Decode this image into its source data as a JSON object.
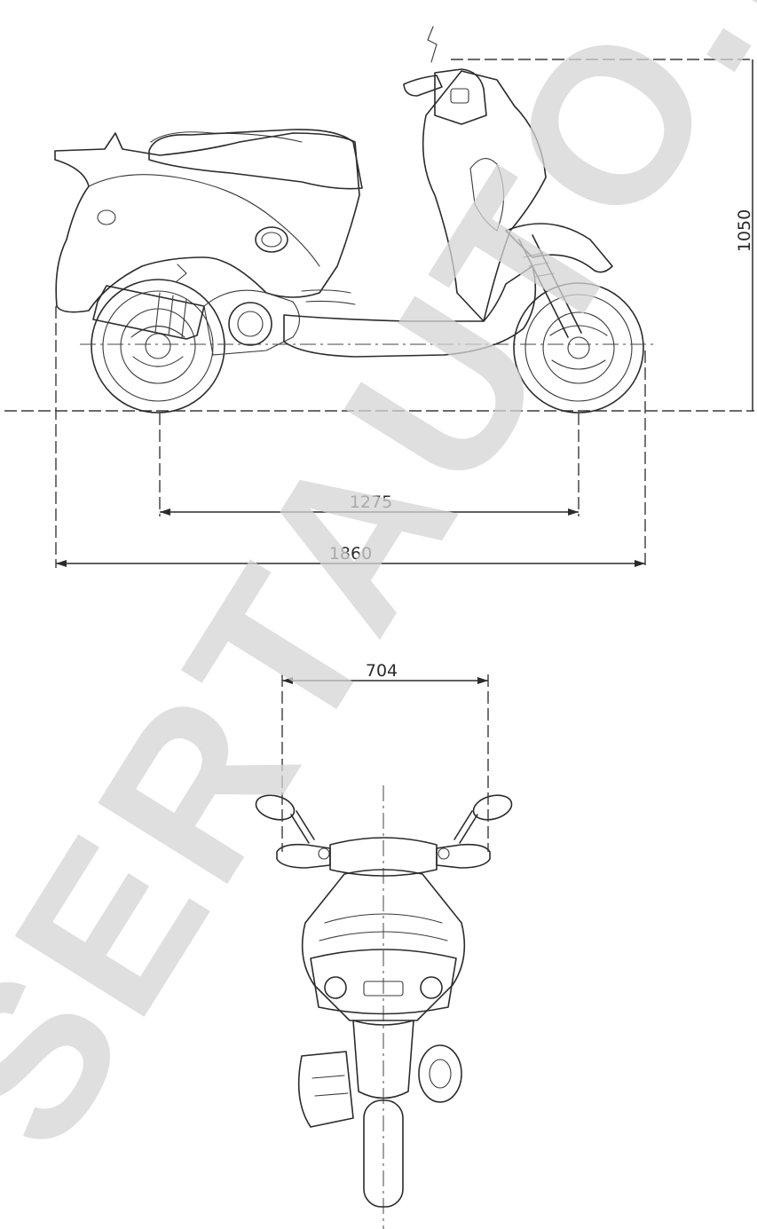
{
  "dimensions": {
    "overall_height": "1050",
    "wheelbase": "1275",
    "overall_length": "1860",
    "handlebar_width": "704"
  },
  "watermark": {
    "text": "SERTAUTO.RU",
    "color": "#d5d5d5"
  },
  "colors": {
    "line": "#2b2b2b",
    "background": "#ffffff"
  }
}
